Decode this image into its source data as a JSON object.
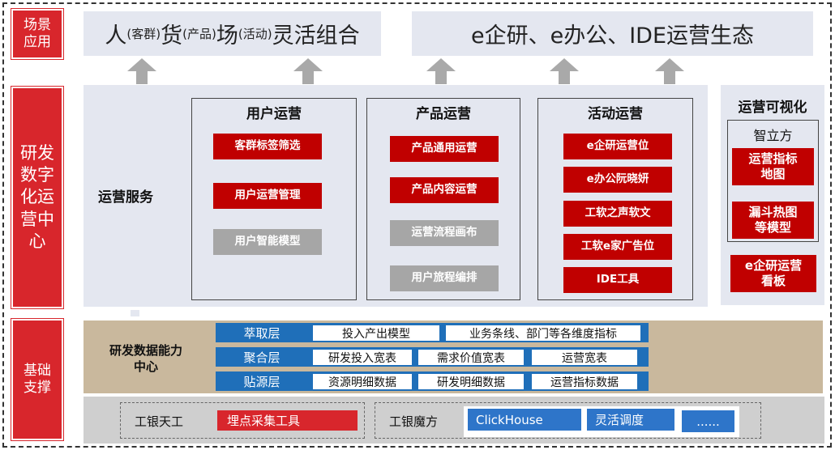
{
  "labels": {
    "scene": "场景\n应用",
    "center": "研发\n数字\n化运\n营中\n心",
    "foundation": "基础\n支撑"
  },
  "top": {
    "left": {
      "p1": "人",
      "s1": "(客群)",
      "p2": "货",
      "s2": "(产品)",
      "p3": "场",
      "s3": "(活动)",
      "p4": "灵活组合"
    },
    "right": "e企研、e办公、IDE运营生态"
  },
  "ops": {
    "service_label": "运营服务",
    "groups": [
      {
        "title": "用户运营",
        "items": [
          {
            "text": "客群标签筛选",
            "color": "red"
          },
          {
            "text": "用户运营管理",
            "color": "red"
          },
          {
            "text": "用户智能模型",
            "color": "gray"
          }
        ]
      },
      {
        "title": "产品运营",
        "items": [
          {
            "text": "产品通用运营",
            "color": "red"
          },
          {
            "text": "产品内容运营",
            "color": "red"
          },
          {
            "text": "运营流程画布",
            "color": "gray"
          },
          {
            "text": "用户旅程编排",
            "color": "gray"
          }
        ]
      },
      {
        "title": "活动运营",
        "items": [
          {
            "text": "e企研运营位",
            "color": "red"
          },
          {
            "text": "e办公阮晓妍",
            "color": "red"
          },
          {
            "text": "工软之声软文",
            "color": "red"
          },
          {
            "text": "工软e家广告位",
            "color": "red"
          },
          {
            "text": "IDE工具",
            "color": "red"
          }
        ]
      }
    ]
  },
  "viz": {
    "title": "运营可视化",
    "sub_title": "智立方",
    "items": [
      "运营指标\n地图",
      "漏斗热图\n等模型"
    ],
    "board": "e企研运营\n看板"
  },
  "capability": {
    "label": "研发数据能力\n中心",
    "layers": [
      {
        "name": "萃取层",
        "cells": [
          "投入产出模型",
          "业务条线、部门等各维度指标"
        ]
      },
      {
        "name": "聚合层",
        "cells": [
          "研发投入宽表",
          "需求价值宽表",
          "运营宽表"
        ]
      },
      {
        "name": "贴源层",
        "cells": [
          "资源明细数据",
          "研发明细数据",
          "运营指标数据"
        ]
      }
    ]
  },
  "bottom": {
    "left_label": "工银天工",
    "left_tool": "埋点采集工具",
    "right_label": "工银魔方",
    "tools": [
      "ClickHouse",
      "灵活调度",
      "......"
    ]
  },
  "colors": {
    "red": "#d8262c",
    "dark_red": "#c00000",
    "gray_chip": "#a6a6a6",
    "panel": "#e4e7f0",
    "capability_bg": "#c9b89d",
    "layer_blue": "#1f6fb9",
    "bottom_bg": "#cfcfcf"
  }
}
